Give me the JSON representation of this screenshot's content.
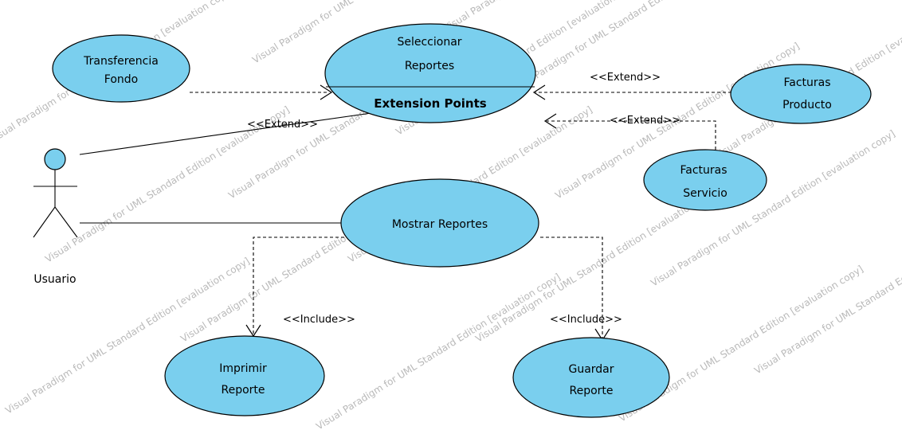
{
  "use_cases": {
    "seleccionar": {
      "line1": "Seleccionar",
      "line2": "Reportes",
      "compartment": "Extension Points"
    },
    "transferencia": {
      "line1": "Transferencia",
      "line2": "Fondo"
    },
    "facturas_producto": {
      "line1": "Facturas",
      "line2": "Producto"
    },
    "facturas_servicio": {
      "line1": "Facturas",
      "line2": "Servicio"
    },
    "mostrar": {
      "line1": "Mostrar Reportes"
    },
    "imprimir": {
      "line1": "Imprimir",
      "line2": "Reporte"
    },
    "guardar": {
      "line1": "Guardar",
      "line2": "Reporte"
    }
  },
  "actor": {
    "name": "Usuario"
  },
  "relations": {
    "extend_actor": "<<Extend>>",
    "extend_producto": "<<Extend>>",
    "extend_servicio": "<<Extend>>",
    "include_imprimir": "<<Include>>",
    "include_guardar": "<<Include>>"
  },
  "watermark": "Visual Paradigm for UML Standard Edition [evaluation copy]",
  "colors": {
    "usecase_fill": "#7acfee",
    "watermark": "#b9b9b9"
  }
}
